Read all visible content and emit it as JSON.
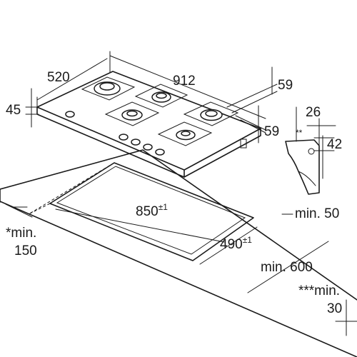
{
  "dimensions": {
    "depth": "520",
    "width": "912",
    "height": "45",
    "rear_clearance_top": "59",
    "rear_clearance_side": "59",
    "profile_width": "26",
    "profile_height": "42",
    "profile_note": "**",
    "cutout_width": "850",
    "cutout_width_tol": "±1",
    "cutout_depth": "490",
    "cutout_depth_tol": "±1",
    "min_rear": "min. 50",
    "min_front_label": "*min.",
    "min_front_value": "150",
    "min_worktop": "min. 600",
    "min_side_label": "***min.",
    "min_side_value": "30"
  }
}
